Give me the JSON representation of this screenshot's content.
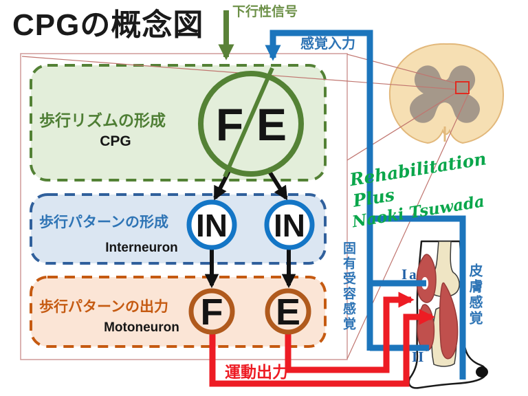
{
  "title": "CPGの概念図",
  "annotations": {
    "descending_signal": "下行性信号",
    "sensory_input": "感覚入力",
    "motor_output": "運動出力",
    "proprioception": "固有受容感覚",
    "skin_sensation": "皮膚感覚",
    "afferent_ia": "Ia",
    "afferent_ii": "II"
  },
  "layers": [
    {
      "label": "歩行リズムの形成",
      "sublabel": "CPG"
    },
    {
      "label": "歩行パターンの形成",
      "sublabel": "Interneuron"
    },
    {
      "label": "歩行パターンの出力",
      "sublabel": "Motoneuron"
    }
  ],
  "nodes": {
    "cpg_flexor": "F",
    "cpg_extensor": "E",
    "interneuron_left": "IN",
    "interneuron_right": "IN",
    "motoneuron_flexor": "F",
    "motoneuron_extensor": "E"
  },
  "signature": {
    "line1": "Rehabilitation Plus",
    "line2": "Naoki Tsuwada"
  },
  "colors": {
    "rhythm_green": "#538135",
    "pattern_blue": "#2e74b5",
    "output_orange": "#c55a11",
    "sensory_blue": "#1c75bc",
    "motor_red": "#ed1c24",
    "callout_pink": "#c0756f"
  }
}
